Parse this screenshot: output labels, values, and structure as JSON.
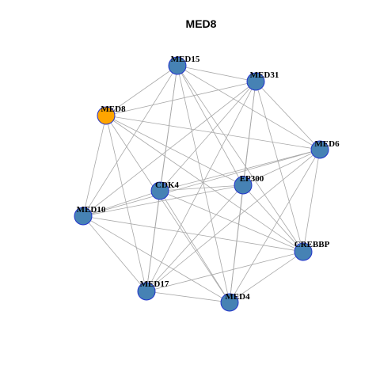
{
  "title": "MED8",
  "colors": {
    "focus_node": "#ffa500",
    "node": "#4682b4",
    "node_border": "#2233cc",
    "edge": "#a8a8a8"
  },
  "nodes": [
    {
      "id": "MED15",
      "focus": false
    },
    {
      "id": "MED31",
      "focus": false
    },
    {
      "id": "MED8",
      "focus": true
    },
    {
      "id": "MED6",
      "focus": false
    },
    {
      "id": "EP300",
      "focus": false
    },
    {
      "id": "CDK4",
      "focus": false
    },
    {
      "id": "MED10",
      "focus": false
    },
    {
      "id": "CREBBP",
      "focus": false
    },
    {
      "id": "MED17",
      "focus": false
    },
    {
      "id": "MED4",
      "focus": false
    }
  ],
  "edges": [
    [
      "MED15",
      "MED31"
    ],
    [
      "MED15",
      "MED8"
    ],
    [
      "MED15",
      "MED6"
    ],
    [
      "MED15",
      "EP300"
    ],
    [
      "MED15",
      "CDK4"
    ],
    [
      "MED15",
      "MED10"
    ],
    [
      "MED15",
      "CREBBP"
    ],
    [
      "MED15",
      "MED17"
    ],
    [
      "MED15",
      "MED4"
    ],
    [
      "MED31",
      "MED8"
    ],
    [
      "MED31",
      "MED6"
    ],
    [
      "MED31",
      "EP300"
    ],
    [
      "MED31",
      "CDK4"
    ],
    [
      "MED31",
      "MED10"
    ],
    [
      "MED31",
      "CREBBP"
    ],
    [
      "MED31",
      "MED17"
    ],
    [
      "MED31",
      "MED4"
    ],
    [
      "MED8",
      "MED6"
    ],
    [
      "MED8",
      "EP300"
    ],
    [
      "MED8",
      "MED10"
    ],
    [
      "MED8",
      "CREBBP"
    ],
    [
      "MED8",
      "MED17"
    ],
    [
      "MED8",
      "MED4"
    ],
    [
      "MED6",
      "EP300"
    ],
    [
      "MED6",
      "CDK4"
    ],
    [
      "MED6",
      "MED10"
    ],
    [
      "MED6",
      "CREBBP"
    ],
    [
      "MED6",
      "MED17"
    ],
    [
      "MED6",
      "MED4"
    ],
    [
      "EP300",
      "CDK4"
    ],
    [
      "EP300",
      "MED10"
    ],
    [
      "EP300",
      "CREBBP"
    ],
    [
      "EP300",
      "MED17"
    ],
    [
      "EP300",
      "MED4"
    ],
    [
      "CDK4",
      "MED10"
    ],
    [
      "CDK4",
      "CREBBP"
    ],
    [
      "CDK4",
      "MED17"
    ],
    [
      "CDK4",
      "MED4"
    ],
    [
      "MED10",
      "CREBBP"
    ],
    [
      "MED10",
      "MED17"
    ],
    [
      "MED10",
      "MED4"
    ],
    [
      "CREBBP",
      "MED17"
    ],
    [
      "CREBBP",
      "MED4"
    ],
    [
      "MED17",
      "MED4"
    ]
  ]
}
